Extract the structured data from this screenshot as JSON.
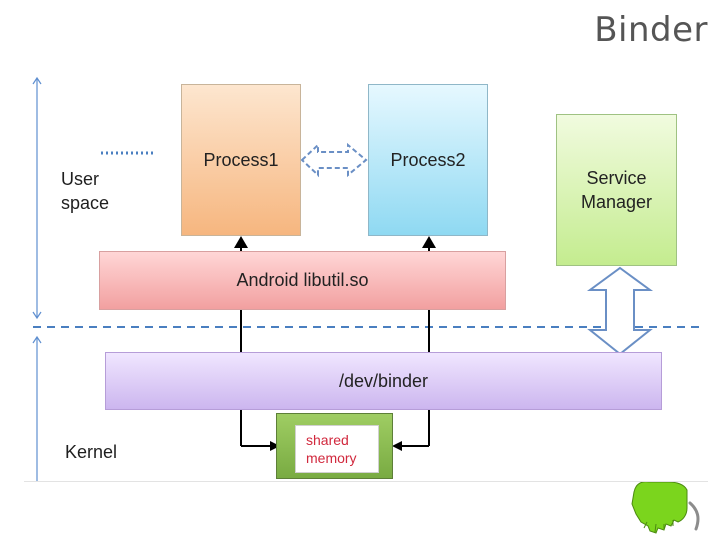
{
  "title": "Binder",
  "labels": {
    "user_space": [
      "User",
      "space"
    ],
    "kernel": "Kernel"
  },
  "components": {
    "process1": "Process1",
    "process2": "Process2",
    "service_manager": [
      "Service",
      "Manager"
    ],
    "libutil": "Android libutil.so",
    "dev_binder": "/dev/binder",
    "shared_memory": [
      "shared",
      "memory"
    ]
  },
  "colors": {
    "accent_blue": "#4a7fc0",
    "arrow_black": "#000000",
    "shared_memory_text": "#d1283d"
  },
  "icons": {
    "logo": "green-hand-icon"
  }
}
